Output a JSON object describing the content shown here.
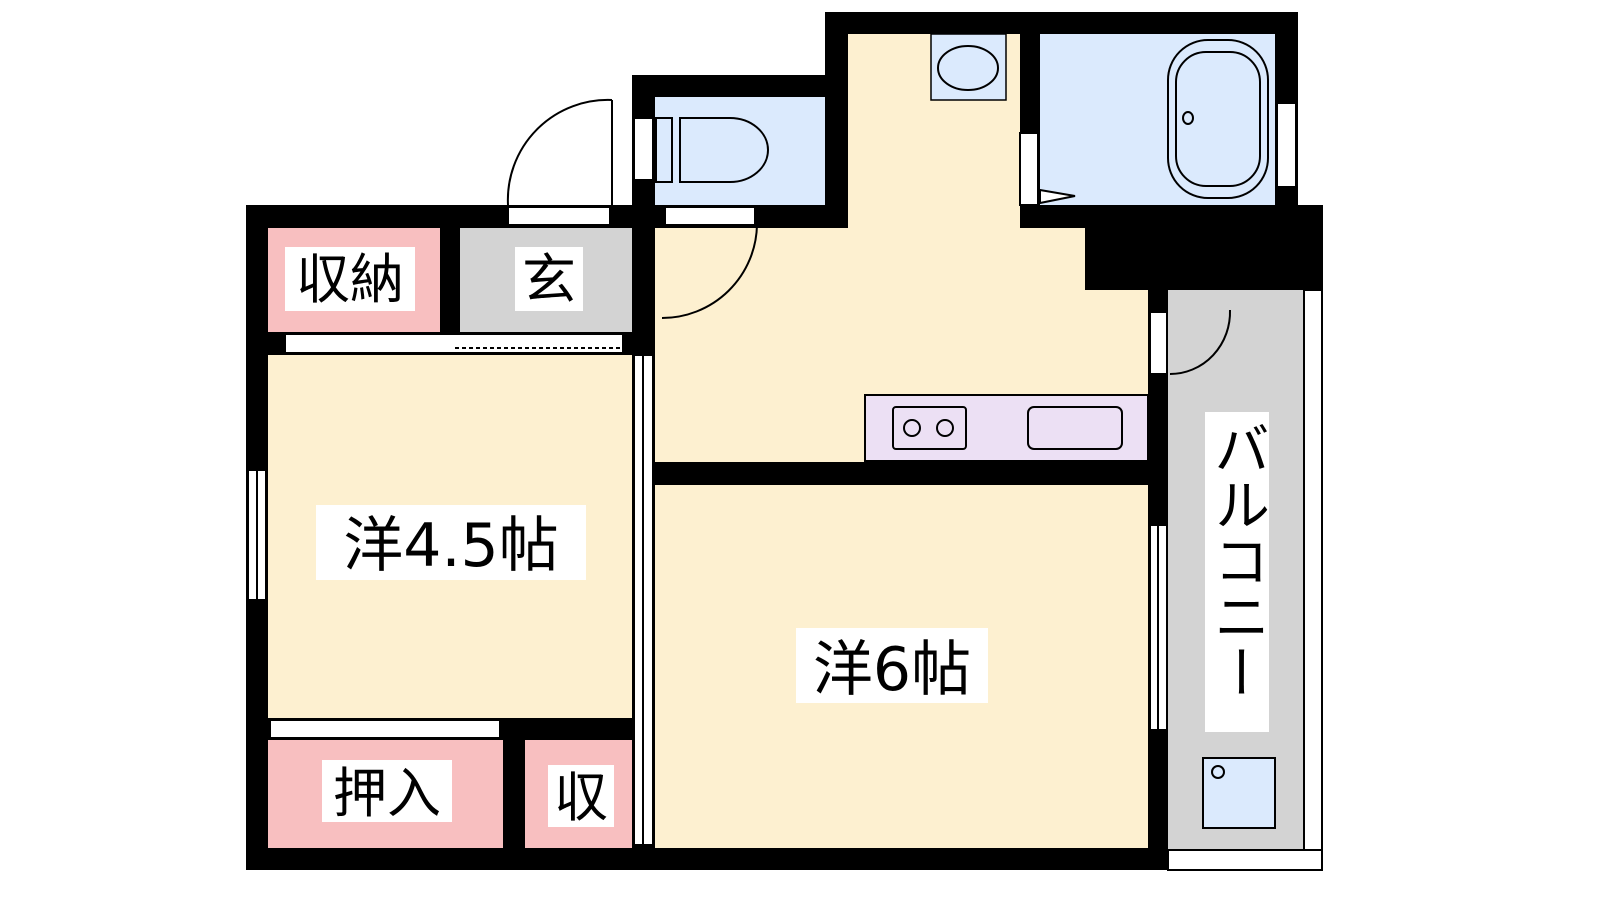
{
  "colors": {
    "wall": "#000000",
    "room": "#fdf0d0",
    "storage": "#f8bfc0",
    "entrance": "#d3d3d3",
    "wet": "#dbeafd",
    "kitchen": "#ece0f4",
    "balcony": "#d3d3d3"
  },
  "rooms": {
    "storage_top": "収納",
    "entrance": "玄",
    "western_small": "洋4.5帖",
    "western_large": "洋6帖",
    "closet": "押入",
    "storage_small": "収",
    "balcony": "バルコニー"
  }
}
